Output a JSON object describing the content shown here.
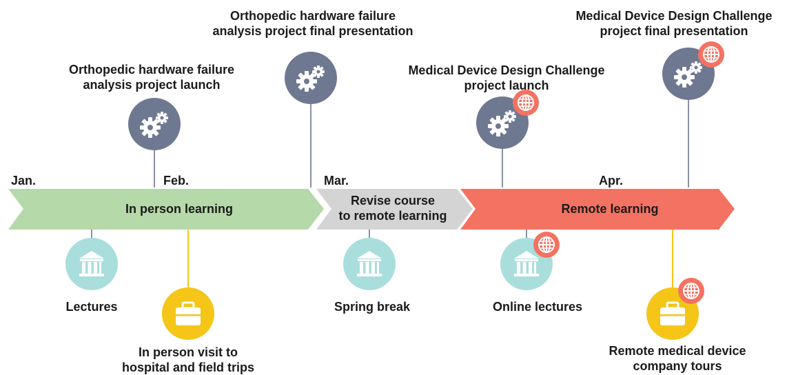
{
  "months": {
    "jan": "Jan.",
    "feb": "Feb.",
    "mar": "Mar.",
    "apr": "Apr."
  },
  "phases": {
    "in_person": "In person learning",
    "revise_line1": "Revise course",
    "revise_line2": "to remote learning",
    "remote": "Remote learning"
  },
  "events_above": {
    "ortho_launch_line1": "Orthopedic hardware failure",
    "ortho_launch_line2": "analysis project launch",
    "ortho_final_line1": "Orthopedic hardware failure",
    "ortho_final_line2": "analysis project final presentation",
    "mddc_launch_line1": "Medical Device Design Challenge",
    "mddc_launch_line2": "project launch",
    "mddc_final_line1": "Medical Device Design Challenge",
    "mddc_final_line2": "project final presentation"
  },
  "events_below": {
    "lectures": "Lectures",
    "visit_line1": "In person visit to",
    "visit_line2": "hospital and field trips",
    "spring_break": "Spring break",
    "online_lectures": "Online lectures",
    "tours_line1": "Remote medical device",
    "tours_line2": "company tours"
  },
  "colors": {
    "green_band": "#b5d9a8",
    "gray_band": "#d4d4d4",
    "red_band": "#f47262",
    "gear_circle": "#6f7891",
    "lecture_circle": "#a9dedd",
    "briefcase_circle": "#f5c518",
    "globe_badge": "#f47262",
    "connector_gray": "#8a90a3",
    "connector_yellow": "#f5c518"
  }
}
